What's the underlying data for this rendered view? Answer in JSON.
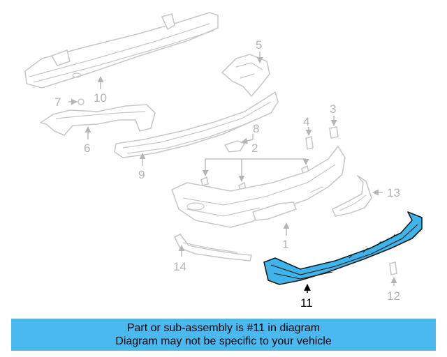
{
  "diagram": {
    "callouts": {
      "c1": "1",
      "c2": "2",
      "c3": "3",
      "c4": "4",
      "c5": "5",
      "c6": "6",
      "c7": "7",
      "c8": "8",
      "c9": "9",
      "c10": "10",
      "c11": "11",
      "c12": "12",
      "c13": "13",
      "c14": "14"
    },
    "highlighted_part": "11",
    "colors": {
      "highlight_fill": "#3fb4ea",
      "outline_gray": "#c8c8c8",
      "banner_bg": "#49b9f0"
    }
  },
  "banner": {
    "line1": "Part or sub-assembly is #11 in diagram",
    "line2": "Diagram may not be specific to your vehicle"
  }
}
